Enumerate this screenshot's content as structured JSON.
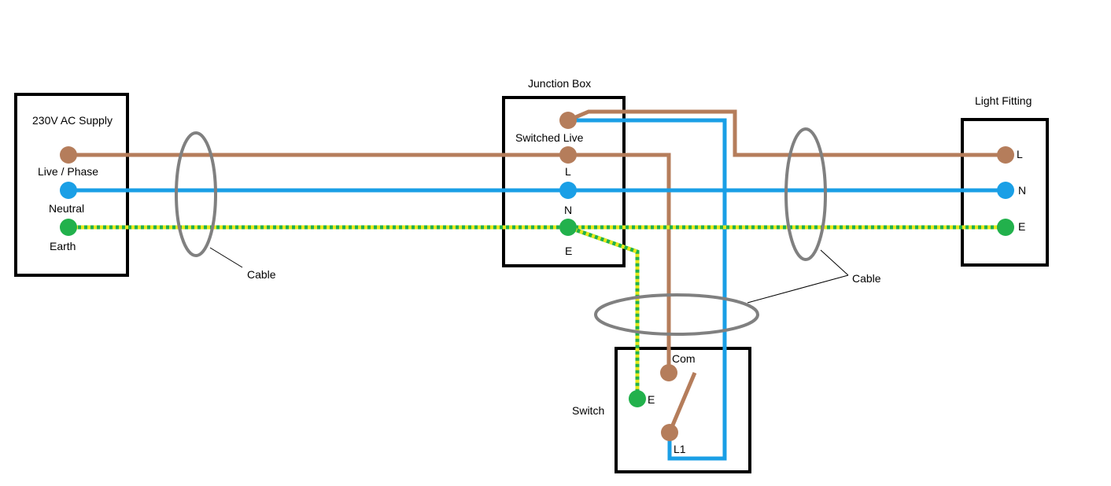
{
  "colors": {
    "live": "#b57d5b",
    "neutral": "#1a9fe6",
    "earth_green": "#22b14c",
    "earth_yellow": "#e8e81a",
    "cable_ring": "#808080",
    "box_border": "#000000"
  },
  "supply": {
    "title": "230V AC Supply",
    "live_label": "Live / Phase",
    "neutral_label": "Neutral",
    "earth_label": "Earth"
  },
  "junction_box": {
    "title": "Junction Box",
    "switched_live_label": "Switched Live",
    "l_label": "L",
    "n_label": "N",
    "e_label": "E"
  },
  "light_fitting": {
    "title": "Light Fitting",
    "l_label": "L",
    "n_label": "N",
    "e_label": "E"
  },
  "switch": {
    "title": "Switch",
    "com_label": "Com",
    "l1_label": "L1",
    "e_label": "E"
  },
  "cables": {
    "left_label": "Cable",
    "right_label": "Cable"
  }
}
